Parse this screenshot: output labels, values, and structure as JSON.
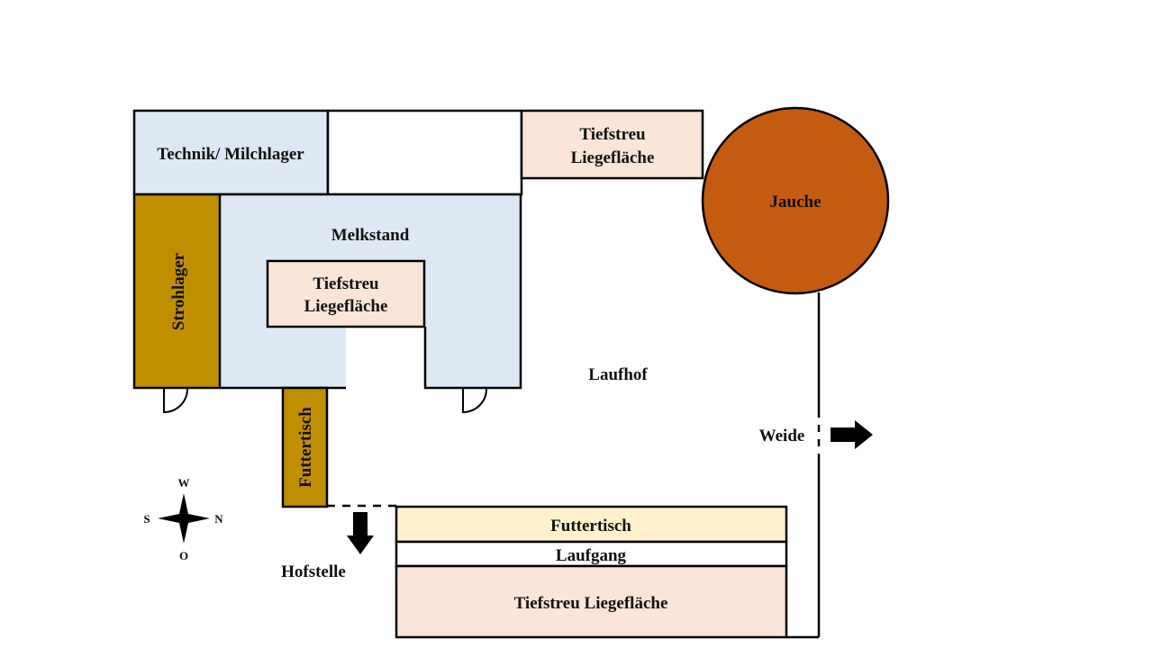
{
  "colors": {
    "blue": "#dde8f4",
    "salmon": "#fae5d8",
    "gold": "#bf8f00",
    "cream": "#fff1cc",
    "tank": "#c55a11",
    "line": "#000000"
  },
  "rooms": {
    "technik": "Technik/ Milchlager",
    "melkstand": "Melkstand",
    "strohlager": "Strohlager",
    "futtertisch_vertical": "Futtertisch",
    "inner_liegeflaeche": {
      "line1": "Tiefstreu",
      "line2": "Liegefläche"
    },
    "top_liegeflaeche": {
      "line1": "Tiefstreu",
      "line2": "Liegefläche"
    },
    "jauche": "Jauche",
    "laufhof": "Laufhof",
    "weide": "Weide",
    "hofstelle": "Hofstelle",
    "futtertisch_bottom": "Futtertisch",
    "laufgang": "Laufgang",
    "bottom_liegeflaeche": "Tiefstreu Liegefläche"
  },
  "compass": {
    "west": "W",
    "south": "S",
    "north": "N",
    "east": "O"
  }
}
